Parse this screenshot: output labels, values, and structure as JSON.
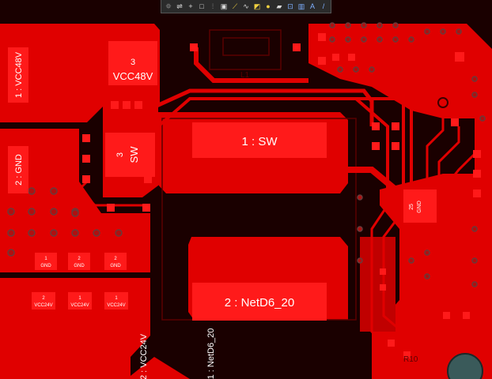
{
  "toolbar": {
    "tools": [
      {
        "name": "select-filter-tool",
        "glyph": "⯐"
      },
      {
        "name": "route-mode-tool",
        "glyph": "⇌"
      },
      {
        "name": "move-tool",
        "glyph": "+"
      },
      {
        "name": "rectangle-select-tool",
        "glyph": "□"
      },
      {
        "name": "align-tool",
        "glyph": "⫶"
      },
      {
        "name": "component-tool",
        "glyph": "▣"
      },
      {
        "name": "interactive-route-tool",
        "glyph": "⟋"
      },
      {
        "name": "differential-pair-tool",
        "glyph": "∿"
      },
      {
        "name": "fill-tool",
        "glyph": "◩"
      },
      {
        "name": "via-tool",
        "glyph": "●"
      },
      {
        "name": "polygon-tool",
        "glyph": "▰"
      },
      {
        "name": "dimension-tool",
        "glyph": "⊡"
      },
      {
        "name": "chart-tool",
        "glyph": "▥"
      },
      {
        "name": "text-tool",
        "glyph": "A"
      },
      {
        "name": "line-tool",
        "glyph": "/"
      }
    ]
  },
  "pcb": {
    "colors": {
      "copper": "#e00000",
      "copper_bright": "#ff1a1a",
      "board": "#1a0000",
      "silkscreen": "#5a0000",
      "via_ring": "#b01010",
      "via_hole": "#6a3a3a",
      "text": "#ffffff"
    },
    "labels": {
      "vcc48v_vertical": "1 : VCC48V",
      "vcc48v_pad_number": "3",
      "vcc48v_pad_net": "VCC48V",
      "gnd_vertical": "2 : GND",
      "sw_pad_number": "3",
      "sw_pad_net": "SW",
      "sw_large": "1 : SW",
      "netd6_large": "2 : NetD6_20",
      "vcc24v_vertical": "2 : VCC24V",
      "netd6_vertical": "1 : NetD6_20",
      "gnd_pad_number": "25",
      "gnd_pad_net": "GND",
      "designator_l1": "L1",
      "designator_r10": "R10",
      "gnd_small_number": "1",
      "gnd_small_2": "2",
      "gnd_small_net": "GND",
      "vcc24v_small_2": "2",
      "vcc24v_small_1": "1",
      "vcc24v_small_net": "VCC24V"
    }
  }
}
